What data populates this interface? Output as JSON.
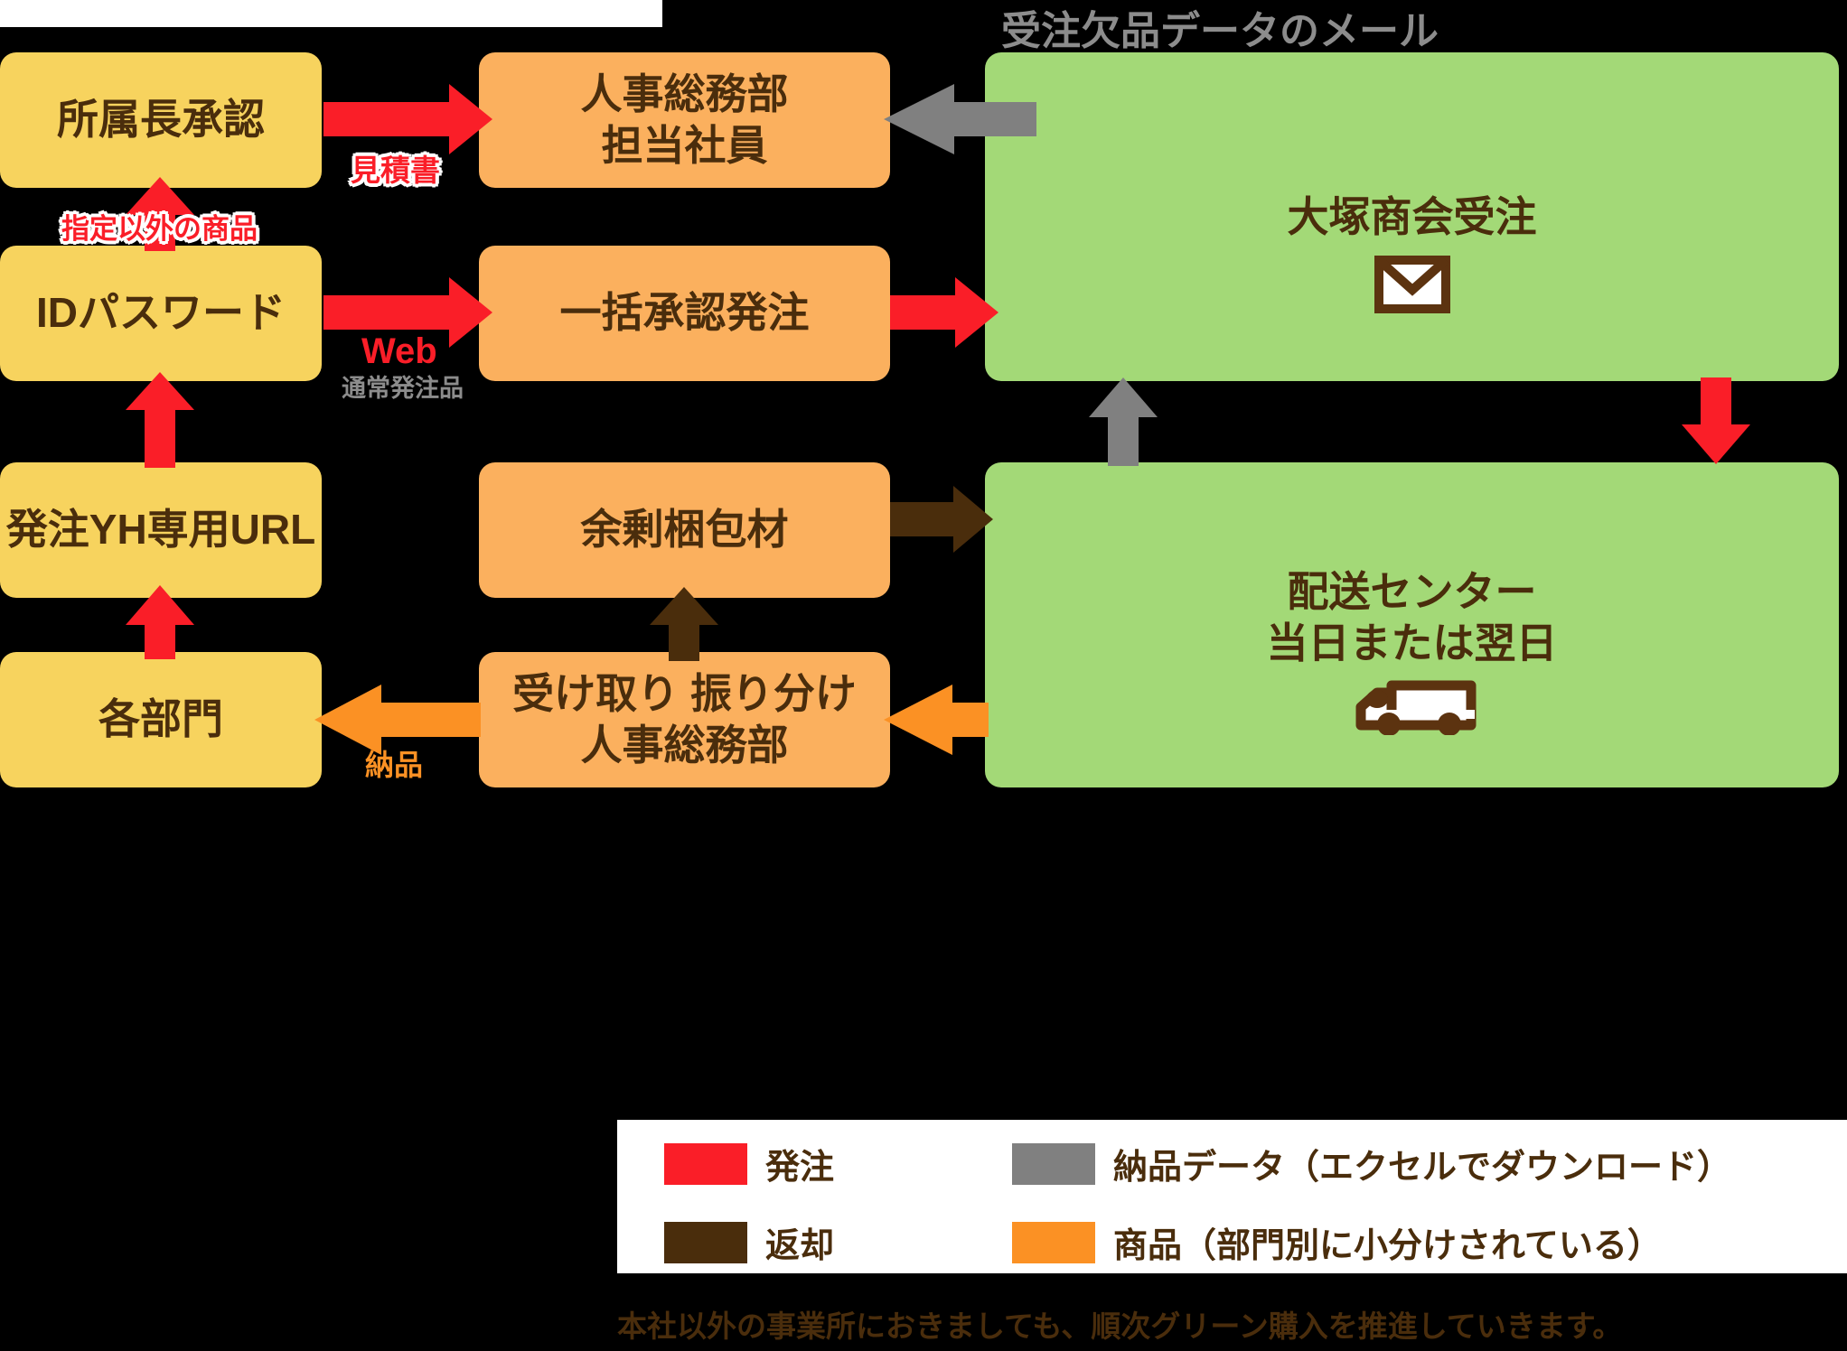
{
  "diagram": {
    "title_top_right": "受注欠品データのメール",
    "footnote": "本社以外の事業所におきましても、順次グリーン購入を推進していきます。",
    "colors": {
      "background": "#000000",
      "yellow_node": "#F7D35E",
      "orange_node": "#FBB05E",
      "green_node": "#A3D977",
      "text_dark": "#4A2D0C",
      "arrow_order_red": "#FA1E28",
      "arrow_return_brown": "#4A2D0C",
      "arrow_data_gray": "#808080",
      "arrow_goods_orange": "#FB9124",
      "title_gray": "#8C8C8C",
      "legend_background": "#FFFFFF"
    },
    "nodes": [
      {
        "id": "approval",
        "lines": [
          "所属長承認"
        ]
      },
      {
        "id": "id-password",
        "lines": [
          "IDパスワード"
        ]
      },
      {
        "id": "order-url",
        "lines": [
          "発注YH専用URL"
        ]
      },
      {
        "id": "departments",
        "lines": [
          "各部門"
        ]
      },
      {
        "id": "hr-staff",
        "lines": [
          "人事総務部",
          "担当社員"
        ]
      },
      {
        "id": "bulk-approval",
        "lines": [
          "一括承認発注"
        ]
      },
      {
        "id": "surplus-packaging",
        "lines": [
          "余剰梱包材"
        ]
      },
      {
        "id": "receive-sort",
        "lines": [
          "受け取り 振り分け",
          "人事総務部"
        ]
      },
      {
        "id": "otsuka-order",
        "lines": [
          "大塚商会受注"
        ]
      },
      {
        "id": "delivery-center",
        "lines": [
          "配送センター",
          "当日または翌日"
        ]
      }
    ],
    "edge_labels": {
      "quote": "見積書",
      "non_designated": "指定以外の商品",
      "web": "Web",
      "normal_order": "通常発注品",
      "delivery": "納品"
    }
  },
  "legend": {
    "items": [
      {
        "color": "#FA1E28",
        "label": "発注"
      },
      {
        "color": "#808080",
        "label": "納品データ（エクセルでダウンロード）"
      },
      {
        "color": "#4A2D0C",
        "label": "返却"
      },
      {
        "color": "#FB9124",
        "label": "商品（部門別に小分けされている）"
      }
    ]
  }
}
